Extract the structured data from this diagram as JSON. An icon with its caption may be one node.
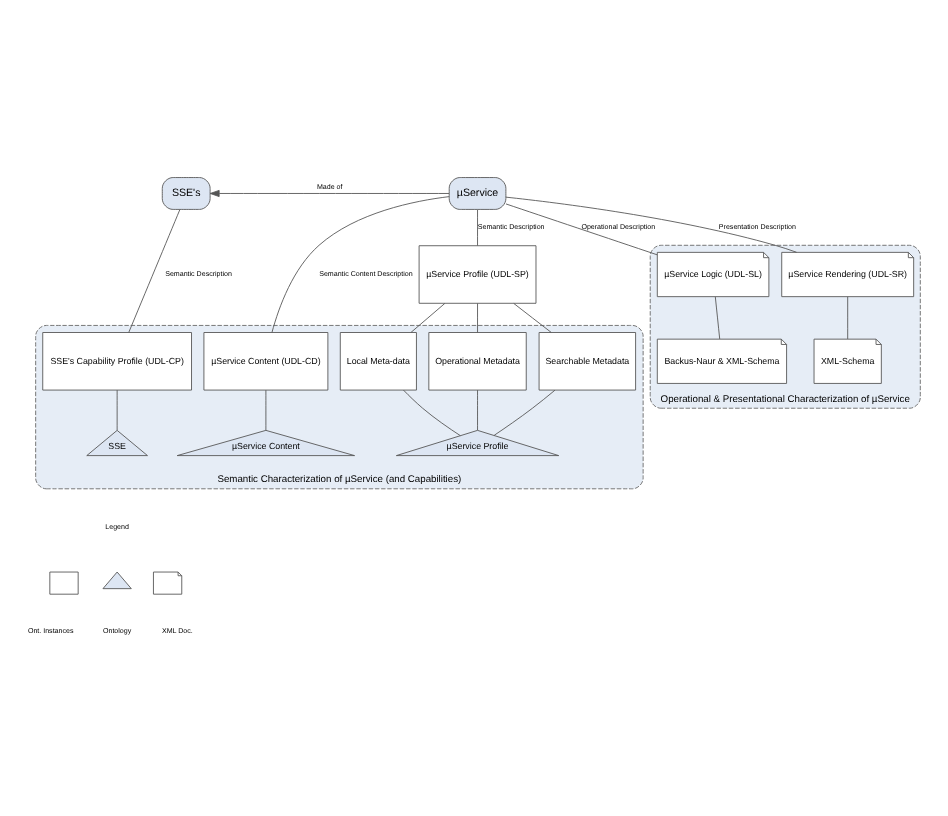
{
  "diagram": {
    "nodes": [
      {
        "text": [
          "SSE's"
        ]
      },
      {
        "text": [
          "µService"
        ]
      },
      {
        "text": [
          "Semantic Characterization of µService (and Capabilities)"
        ]
      },
      {
        "text": [
          "SSE's Capability Profile (UDL-CP)"
        ],
        "in": 2
      },
      {
        "text": [
          "µService Content (UDL-CD)"
        ],
        "in": 2
      },
      {
        "text": [
          "µService Profile (UDL-SP)"
        ]
      },
      {
        "text": [
          "Local Meta-data"
        ],
        "in": 2
      },
      {
        "text": [
          "Operational Metadata"
        ],
        "in": 2
      },
      {
        "text": [
          "Searchable Metadata"
        ],
        "in": 2
      },
      {
        "text": [
          "SSE"
        ],
        "in": 2
      },
      {
        "text": [
          "µService Content"
        ],
        "in": 2
      },
      {
        "text": [
          "µService Profile"
        ],
        "in": 2
      },
      {
        "text": [
          "Operational & Presentational Characterization of µService"
        ]
      },
      {
        "text": [
          "µService Logic (UDL-SL)"
        ],
        "in": 12
      },
      {
        "text": [
          "µService Rendering (UDL-SR)"
        ],
        "in": 12
      },
      {
        "text": [
          "Backus-Naur & XML-Schema"
        ],
        "in": 12
      },
      {
        "text": [
          "XML-Schema"
        ],
        "in": 12
      }
    ],
    "edges": [
      {
        "from": 1,
        "to": 0,
        "arrow": "to",
        "label": "Made of"
      },
      {
        "from": 0,
        "to": 3,
        "arrow": "none",
        "label": "Semantic Description"
      },
      {
        "from": 1,
        "to": 4,
        "arrow": "none",
        "label": "Semantic Content Description"
      },
      {
        "from": 1,
        "to": 5,
        "arrow": "none",
        "label": "Semantic Description"
      },
      {
        "from": 1,
        "to": 13,
        "arrow": "none",
        "label": "Operational Description"
      },
      {
        "from": 1,
        "to": 14,
        "arrow": "none",
        "label": "Presentation Description"
      },
      {
        "from": 5,
        "to": 6,
        "arrow": "none"
      },
      {
        "from": 5,
        "to": 7,
        "arrow": "none"
      },
      {
        "from": 5,
        "to": 8,
        "arrow": "none"
      },
      {
        "from": 3,
        "to": 9,
        "arrow": "none"
      },
      {
        "from": 4,
        "to": 10,
        "arrow": "none"
      },
      {
        "from": 6,
        "to": 11,
        "arrow": "none"
      },
      {
        "from": 7,
        "to": 11,
        "arrow": "none"
      },
      {
        "from": 8,
        "to": 11,
        "arrow": "none"
      },
      {
        "from": 13,
        "to": 15,
        "arrow": "none"
      },
      {
        "from": 14,
        "to": 16,
        "arrow": "none"
      }
    ],
    "labels": [
      "Legend"
    ],
    "legend": [
      {
        "text": "Ont. Instances"
      },
      {
        "text": "Ontology"
      },
      {
        "text": "XML Doc."
      }
    ]
  }
}
